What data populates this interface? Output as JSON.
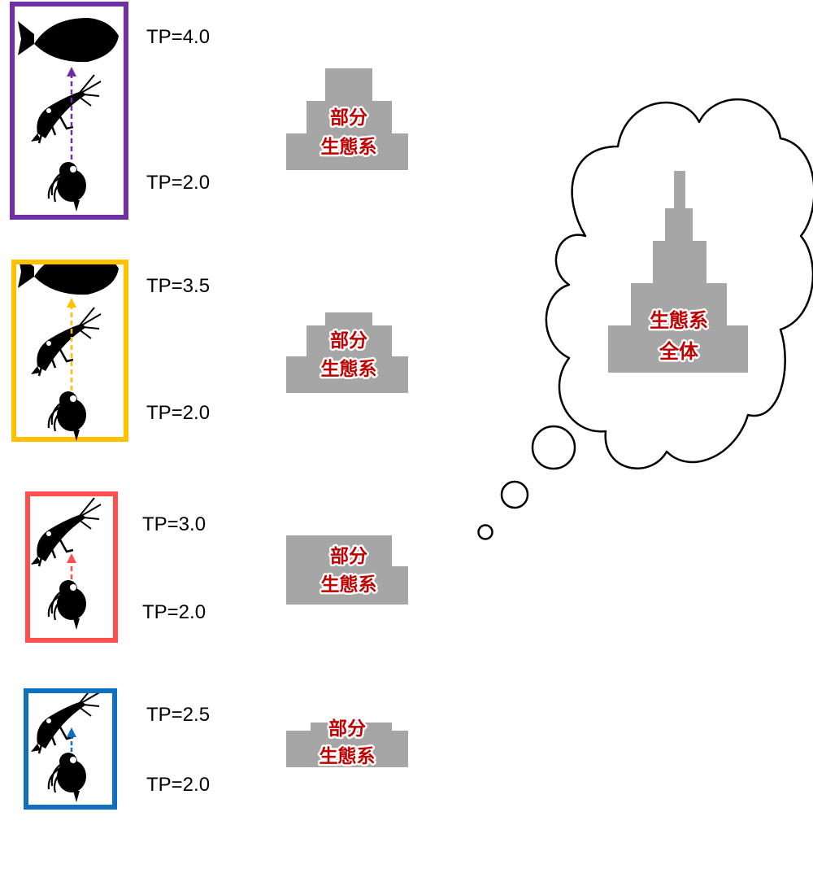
{
  "colors": {
    "frame_purple": "#7030a0",
    "frame_yellow": "#ffc000",
    "frame_red": "#ff5050",
    "frame_blue": "#1070c0",
    "pyramid_gray": "#a6a6a6",
    "label_red": "#c00000"
  },
  "chains": [
    {
      "frame_color": "#7030a0",
      "organisms": [
        "flatfish-icon",
        "shrimp-icon",
        "daphnia-icon"
      ],
      "tp_top": "TP=4.0",
      "tp_bottom": "TP=2.0",
      "pyramid_label": [
        "部分",
        "生態系"
      ]
    },
    {
      "frame_color": "#ffc000",
      "organisms": [
        "flatfish-icon",
        "shrimp-icon",
        "daphnia-icon"
      ],
      "tp_top": "TP=3.5",
      "tp_bottom": "TP=2.0",
      "pyramid_label": [
        "部分",
        "生態系"
      ]
    },
    {
      "frame_color": "#ff5050",
      "organisms": [
        "shrimp-icon",
        "daphnia-icon"
      ],
      "tp_top": "TP=3.0",
      "tp_bottom": "TP=2.0",
      "pyramid_label": [
        "部分",
        "生態系"
      ]
    },
    {
      "frame_color": "#1070c0",
      "organisms": [
        "shrimp-icon",
        "daphnia-icon"
      ],
      "tp_top": "TP=2.5",
      "tp_bottom": "TP=2.0",
      "pyramid_label": [
        "部分",
        "生態系"
      ]
    }
  ],
  "whole_ecosystem": {
    "label": [
      "生態系",
      "全体"
    ]
  }
}
